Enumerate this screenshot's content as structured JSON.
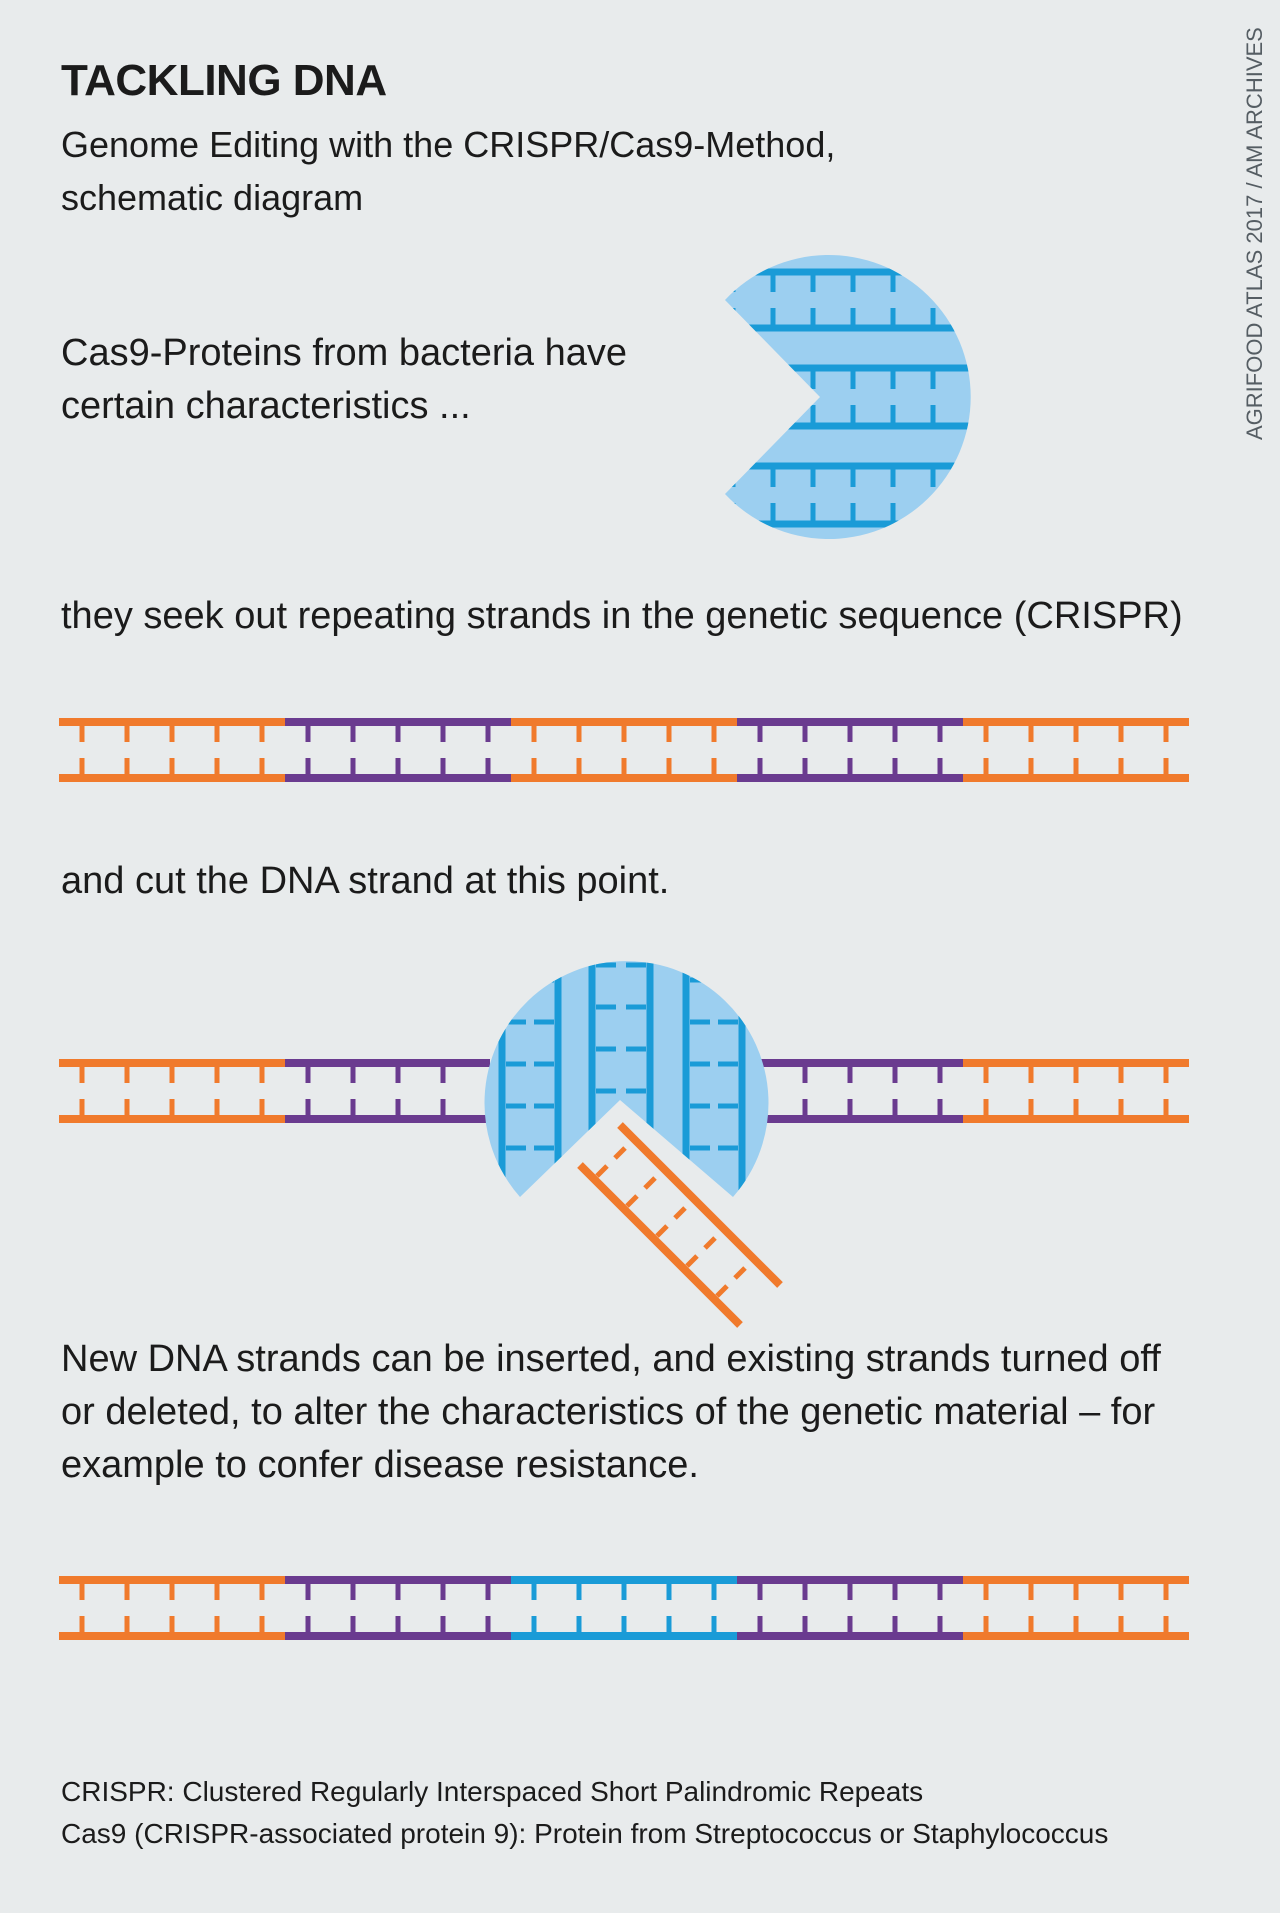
{
  "title": "TACKLING DNA",
  "subtitle": "Genome Editing with the CRISPR/Cas9-Method, schematic diagram",
  "steps": {
    "step1": "Cas9-Proteins from bacteria have certain characteristics ...",
    "step2": "they seek out repeating strands in the genetic sequence (CRISPR)",
    "step3": "and cut the DNA strand at this point.",
    "step4": "New DNA strands can be inserted, and existing strands turned off or deleted, to alter the characteristics of the genetic material – for example to confer disease resistance."
  },
  "footnotes": {
    "crispr": "CRISPR: Clustered Regularly Interspaced Short Palindromic Repeats",
    "cas9": "Cas9 (CRISPR-associated protein 9): Protein from Streptococcus or Staphylococcus"
  },
  "credit": "AGRIFOOD ATLAS 2017 / AM ARCHIVES",
  "colors": {
    "background": "#e8ebec",
    "dna_orange": "#f07a2c",
    "dna_purple": "#6a3b8f",
    "dna_blue": "#1a9bd7",
    "protein_fill": "#9ccff0",
    "protein_stroke": "#1a9bd7"
  },
  "diagram": {
    "strand_segments_crispr": [
      "orange",
      "purple",
      "orange",
      "purple",
      "orange"
    ],
    "strand_segments_cut": [
      "orange",
      "purple",
      "protein",
      "purple",
      "orange"
    ],
    "strand_segments_edited": [
      "orange",
      "purple",
      "blue",
      "purple",
      "orange"
    ]
  }
}
